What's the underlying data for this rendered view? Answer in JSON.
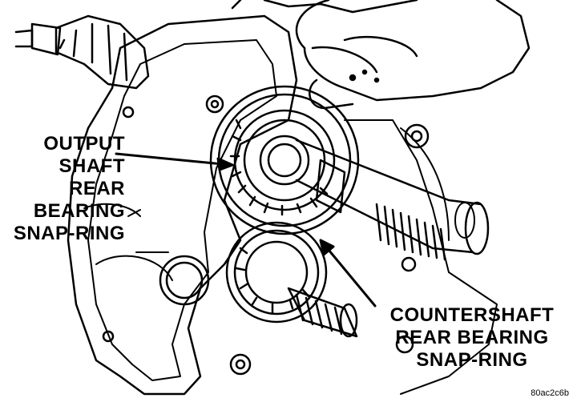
{
  "labels": {
    "output": {
      "line1": "OUTPUT",
      "line2": "SHAFT",
      "line3": "REAR",
      "line4": "BEARING",
      "line5": "SNAP-RING"
    },
    "counter": {
      "line1": "COUNTERSHAFT",
      "line2": "REAR BEARING",
      "line3": "SNAP-RING"
    }
  },
  "figure_code": "80ac2c6b"
}
